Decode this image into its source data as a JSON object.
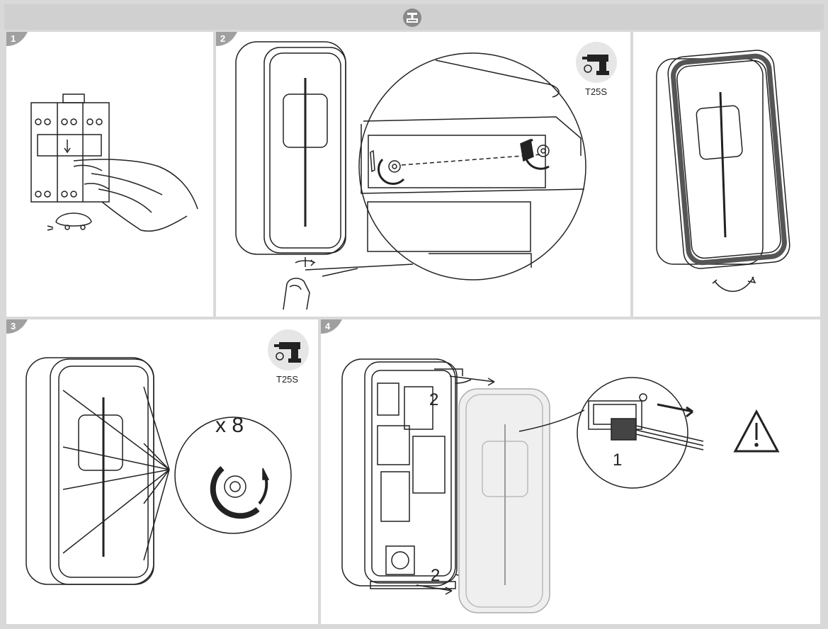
{
  "header": {
    "icon": "remove-cover-icon"
  },
  "panels": [
    {
      "step": "1"
    },
    {
      "step": "2",
      "tool": "T25S"
    },
    {
      "step": "",
      "tool": ""
    },
    {
      "step": "3",
      "tool": "T25S",
      "screw_count": "x 8"
    },
    {
      "step": "4",
      "callout_a": "2",
      "callout_b": "2",
      "callout_c": "1"
    }
  ],
  "colors": {
    "frame": "#d9d9d9",
    "header": "#d0d0d0",
    "tab": "#a0a0a0",
    "line": "#222222",
    "panel": "#ffffff"
  }
}
